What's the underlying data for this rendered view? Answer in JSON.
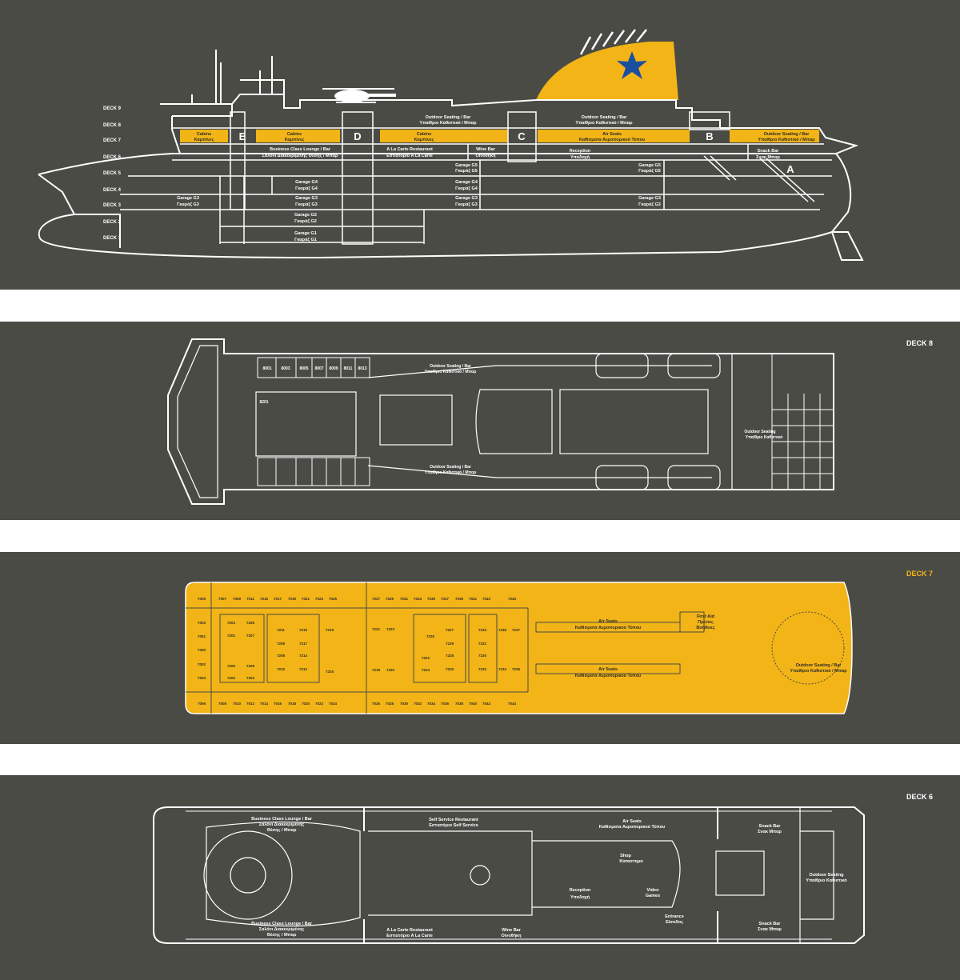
{
  "colors": {
    "background": "#4a4b45",
    "line": "#ffffff",
    "accent": "#f2b417",
    "star": "#1a4fa0"
  },
  "profile": {
    "deck_labels": [
      "DECK 9",
      "DECK 8",
      "DECK 7",
      "DECK 6",
      "DECK 5",
      "DECK 4",
      "DECK 3",
      "DECK 2",
      "DECK 1"
    ],
    "zones": [
      "E",
      "D",
      "C",
      "B",
      "A"
    ],
    "labels": {
      "cabins_aft_1": "Cabins",
      "cabins_aft_2": "Καμπίνες",
      "cabins_mid_1": "Cabins",
      "cabins_mid_2": "Καμπίνες",
      "cabins_fwd_1": "Cabins",
      "cabins_fwd_2": "Καμπίνες",
      "os_bar1_1": "Outdoor Seating / Bar",
      "os_bar1_2": "Υπαίθριο Καθιστικό / Μπαρ",
      "os_bar2_1": "Outdoor Seating / Bar",
      "os_bar2_2": "Υπαίθριο Καθιστικό / Μπαρ",
      "os_bar3_1": "Outdoor Seating / Bar",
      "os_bar3_2": "Υπαίθριο Καθιστικό / Μπαρ",
      "airseats_1": "Air Seats",
      "airseats_2": "Καθίσματα Αεροπορικού Τύπου",
      "bcl_1": "Business Class Lounge / Bar",
      "bcl_2": "Σαλόνι Διακεκριμένης Θέσης / Μπαρ",
      "alacarte_1": "A La Carte Restaurant",
      "alacarte_2": "Εστιατόριο A La Carte",
      "wine_1": "Wine Bar",
      "wine_2": "Οινοθήκη",
      "reception_1": "Reception",
      "reception_2": "Υποδοχή",
      "snack_1": "Snack Bar",
      "snack_2": "Σνακ Μπαρ",
      "g5a_1": "Garage G5",
      "g5a_2": "Γκαράζ G5",
      "g5b_1": "Garage G5",
      "g5b_2": "Γκαράζ G5",
      "g4a_1": "Garage G4",
      "g4a_2": "Γκαράζ G4",
      "g4b_1": "Garage G4",
      "g4b_2": "Γκαράζ G4",
      "g3a_1": "Garage G3",
      "g3a_2": "Γκαράζ G3",
      "g3b_1": "Garage G3",
      "g3b_2": "Γκαράζ G3",
      "g3c_1": "Garage G3",
      "g3c_2": "Γκαράζ G3",
      "g3d_1": "Garage G3",
      "g3d_2": "Γκαράζ G3",
      "g2_1": "Garage G2",
      "g2_2": "Γκαράζ G2",
      "g1_1": "Garage G1",
      "g1_2": "Γκαράζ G1"
    }
  },
  "deck8": {
    "title": "DECK 8",
    "cabins": [
      "8001",
      "8003",
      "8005",
      "8007",
      "8009",
      "8011",
      "8013"
    ],
    "cabin_8201": "8201",
    "os_top_1": "Outdoor Seating / Bar",
    "os_top_2": "Υπαίθριο Καθιστικό / Μπαρ",
    "os_bot_1": "Outdoor Seating / Bar",
    "os_bot_2": "Υπαίθριο Καθιστικό / Μπαρ",
    "os_fwd_1": "Outdoor Seating",
    "os_fwd_2": "Υπαίθριο Καθιστικό"
  },
  "deck7": {
    "title": "DECK 7",
    "top_row": [
      "7005",
      "7007",
      "7009",
      "7011",
      "7015",
      "7017",
      "7019",
      "7021",
      "7023",
      "7025",
      "7027",
      "7029",
      "7031",
      "7033",
      "7035",
      "7037",
      "7039",
      "7041",
      "7043",
      "7045"
    ],
    "bottom_row": [
      "7006",
      "7008",
      "7010",
      "7012",
      "7014",
      "7016",
      "7018",
      "7020",
      "7022",
      "7024",
      "7026",
      "7028",
      "7030",
      "7032",
      "7034",
      "7036",
      "7038",
      "7040",
      "7042",
      "7044"
    ],
    "aft_col": [
      "7003",
      "7001",
      "7000",
      "7002",
      "7004"
    ],
    "block1": [
      "7203",
      "7205",
      "7201",
      "7207",
      "7200",
      "7206",
      "7202",
      "7204"
    ],
    "block2": [
      "7211",
      "7215",
      "7209",
      "7217",
      "7208",
      "7214",
      "7210",
      "7212"
    ],
    "mid_singles": [
      "7219",
      "7216",
      "7221",
      "7223",
      "7218",
      "7220"
    ],
    "block3": [
      "7227",
      "7225",
      "7229",
      "7222",
      "7228",
      "7224",
      "7226"
    ],
    "block4": [
      "7233",
      "7231",
      "7230",
      "7232"
    ],
    "fwd_singles": [
      "7235",
      "7237",
      "7234",
      "7236"
    ],
    "airseats_top_1": "Air Seats",
    "airseats_top_2": "Καθίσματα Αεροπορικού Τύπου",
    "airseats_bot_1": "Air Seats",
    "airseats_bot_2": "Καθίσματα Αεροπορικού Τύπου",
    "firstaid_1": "First Aid",
    "firstaid_2": "Πρώτες",
    "firstaid_3": "Βοήθειες",
    "os_1": "Outdoor Seating / Bar",
    "os_2": "Υπαίθριο Καθιστικό / Μπαρ"
  },
  "deck6": {
    "title": "DECK 6",
    "bcl_top_1": "Business Class Lounge / Bar",
    "bcl_top_2": "Σαλόνι Διακεκριμένης",
    "bcl_top_3": "Θέσης / Μπαρ",
    "bcl_bot_1": "Business Class Lounge / Bar",
    "bcl_bot_2": "Σαλόνι Διακεκριμένης",
    "bcl_bot_3": "Θέσης / Μπαρ",
    "ssr_1": "Self Service Restaurant",
    "ssr_2": "Εστιατόριο Self Service",
    "alacarte_1": "A La Carte Restaurant",
    "alacarte_2": "Εστιατόριο A La Carte",
    "wine_1": "Wine Bar",
    "wine_2": "Οινοθήκη",
    "airseats_1": "Air Seats",
    "airseats_2": "Καθίσματα Αεροπορικού Τύπου",
    "shop_1": "Shop",
    "shop_2": "Καταστημα",
    "reception_1": "Reception",
    "reception_2": "Υποδοχή",
    "video_1": "Video",
    "video_2": "Games",
    "entrance_1": "Entrance",
    "entrance_2": "Είσοδος",
    "snack_top_1": "Snack Bar",
    "snack_top_2": "Σνακ Μπαρ",
    "snack_bot_1": "Snack Bar",
    "snack_bot_2": "Σνακ Μπαρ",
    "os_1": "Outdoor Seating",
    "os_2": "Υπαίθριο Καθιστικό"
  }
}
